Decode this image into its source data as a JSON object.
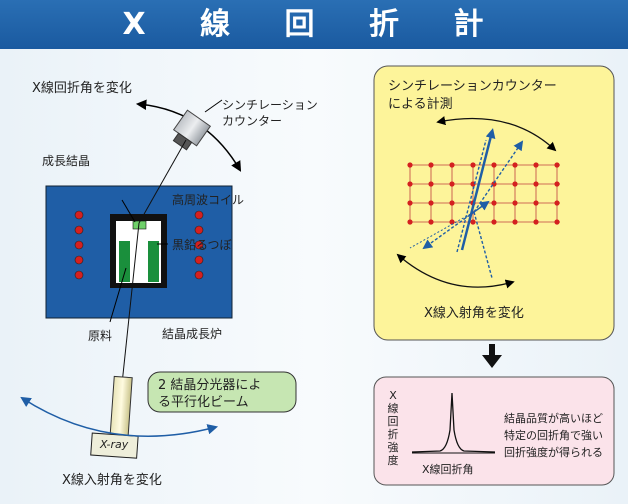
{
  "title": "X 線 回 折 計",
  "left": {
    "top_rotate_label": "X線回折角を変化",
    "counter_label_1": "シンチレーション",
    "counter_label_2": "カウンター",
    "crystal_label": "成長結晶",
    "coil_label": "高周波コイル",
    "crucible_label": "黒鉛るつぼ",
    "material_label": "原料",
    "furnace_label": "結晶成長炉",
    "monochromator_line1": "2 結晶分光器によ",
    "monochromator_line2": "る平行化ビーム",
    "xray_label": "X-ray",
    "bottom_rotate_label": "X線入射角を変化"
  },
  "right": {
    "yellow_title_1": "シンチレーションカウンター",
    "yellow_title_2": "による計測",
    "yellow_bottom": "X線入射角を変化",
    "graph_ylabel": [
      "X",
      "線",
      "回",
      "折",
      "強",
      "度"
    ],
    "graph_xlabel": "X線回折角",
    "note_1": "結晶品質が高いほど",
    "note_2": "特定の回折角で強い",
    "note_3": "回折強度が得られる"
  },
  "colors": {
    "header_blue": "#1f63aa",
    "furnace_blue": "#1f5ea6",
    "crucible_green": "#1a8f3c",
    "coil_red": "#d42020",
    "yellow_box": "#fdf49a",
    "pink_box": "#fbe3ea",
    "arrow_blue": "#1f5ea6"
  }
}
